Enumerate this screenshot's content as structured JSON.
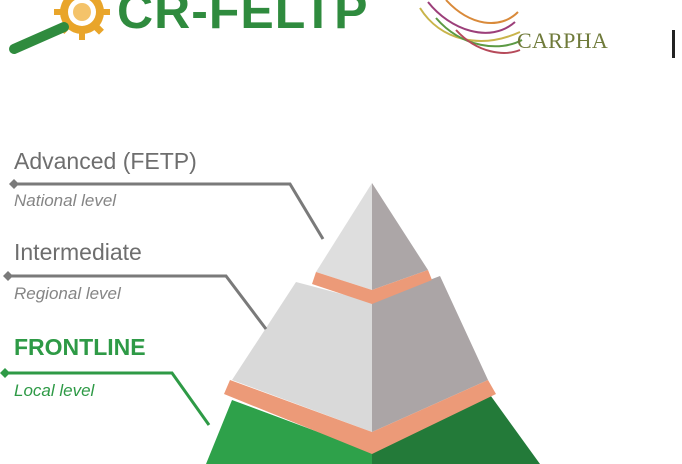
{
  "header": {
    "program_logo_text": "CR-FELTP",
    "partner_logo_text": "CARPHA"
  },
  "pyramid": {
    "levels": [
      {
        "title": "Advanced (FETP)",
        "subtitle": "National level"
      },
      {
        "title": "Intermediate",
        "subtitle": "Regional level"
      },
      {
        "title": "FRONTLINE",
        "subtitle": "Local level"
      }
    ]
  },
  "colors": {
    "brand_green": "#2e9a46",
    "label_gray": "#6e6e6e",
    "band_salmon": "#ec9a78",
    "tier_light": "#d9d9d9",
    "tier_dark": "#a9a3a4"
  }
}
